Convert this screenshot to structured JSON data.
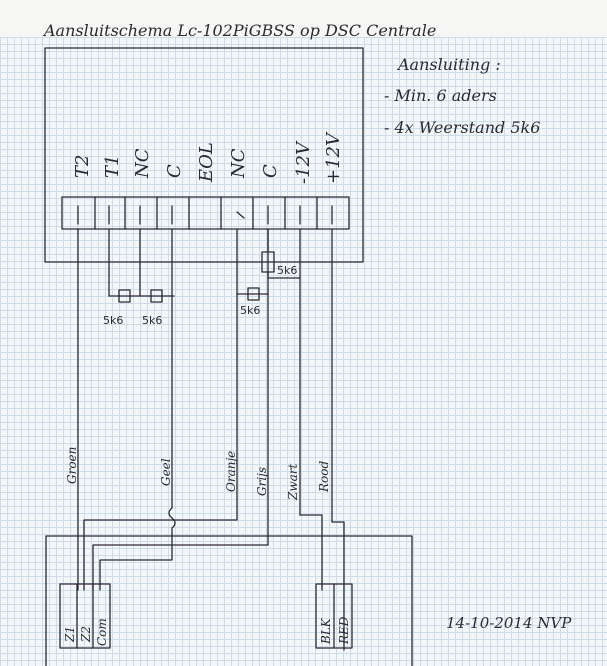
{
  "title": "Aansluitschema    Lc-102PiGBSS   op  DSC  Centrale",
  "notes": {
    "heading": "Aansluiting :",
    "line1": "- Min. 6 aders",
    "line2": "- 4x Weerstand 5k6"
  },
  "terminals": [
    "T2",
    "T1",
    "NC",
    "C",
    "EOL",
    "NC",
    "C",
    "-12V",
    "+12V"
  ],
  "resistors": {
    "r1": "5k6",
    "r2": "5k6",
    "r3": "5k6",
    "r4": "5k6"
  },
  "wires": {
    "groen": "Groen",
    "geel": "Geel",
    "oranje": "Oranje",
    "grijs": "Grijs",
    "zwart": "Zwart",
    "rood": "Rood"
  },
  "panel_terminals": {
    "z1": "Z1",
    "z2": "Z2",
    "com": "Com",
    "blk": "BLK",
    "red": "RED"
  },
  "date_sign": "14-10-2014   NVP"
}
